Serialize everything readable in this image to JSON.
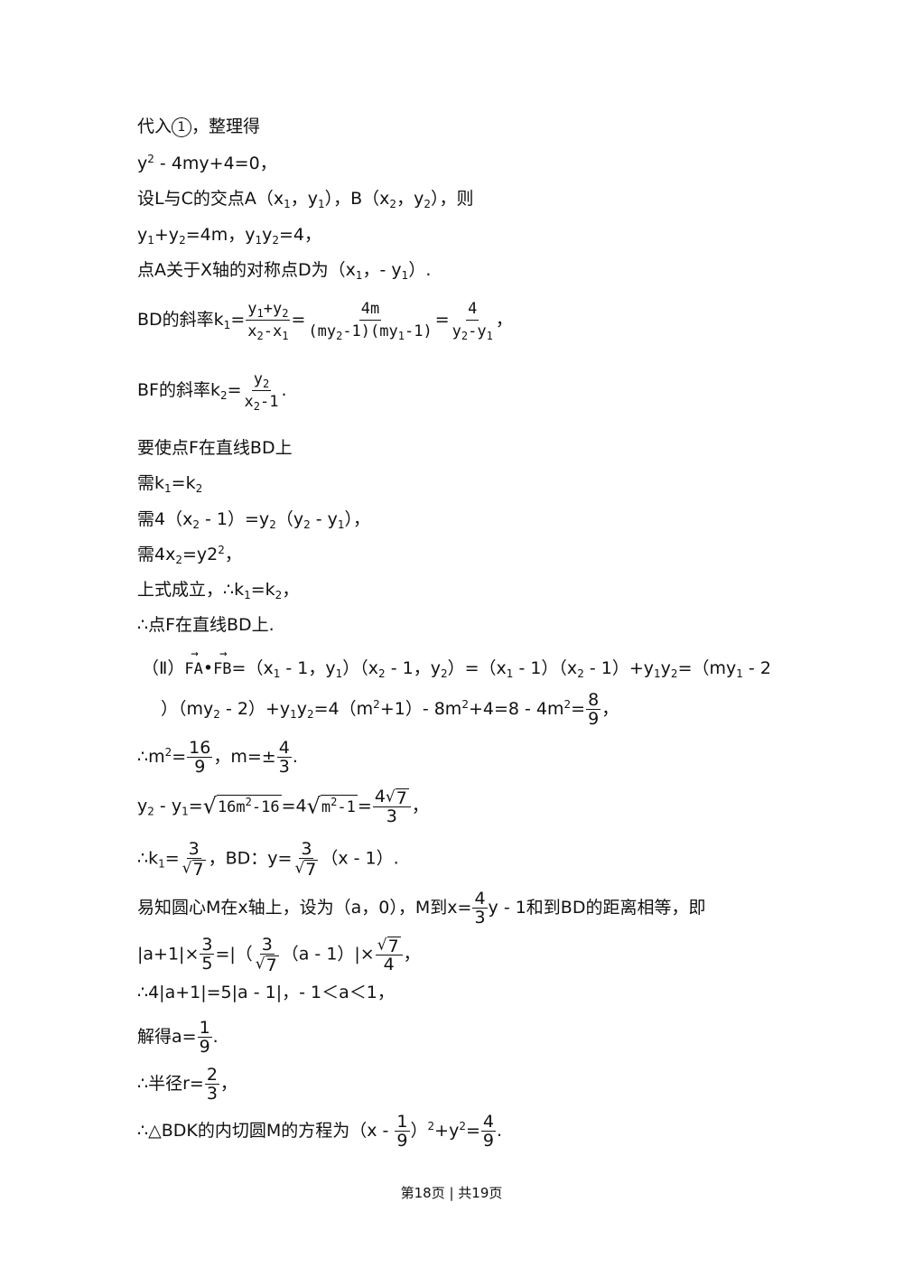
{
  "l1": {
    "a": "代入",
    "circ": "1",
    "b": "，整理得"
  },
  "l2": {
    "a": "y",
    "sup": "2",
    "b": " - 4my+4=0，"
  },
  "l3": {
    "a": "设L与C的交点A（x",
    "s1": "1",
    "b": "，y",
    "s2": "1",
    "c": "），B（x",
    "s3": "2",
    "d": "，y",
    "s4": "2",
    "e": "），则"
  },
  "l4": {
    "a": "y",
    "s1": "1",
    "b": "+y",
    "s2": "2",
    "c": "=4m，y",
    "s3": "1",
    "d": "y",
    "s4": "2",
    "e": "=4，"
  },
  "l5": {
    "a": "点A关于X轴的对称点D为（x",
    "s1": "1",
    "b": "，- y",
    "s2": "1",
    "c": "）."
  },
  "l6": {
    "a": "BD的斜率k",
    "s": "1",
    "eq": "=",
    "f1n": "y",
    "f1n1": "1",
    "f1np": "+y",
    "f1n2": "2",
    "f1d": "x",
    "f1d1": "2",
    "f1dm": "-x",
    "f1d2": "1",
    "eq2": "=",
    "f2n": "4m",
    "f2d": "(my",
    "f2d1": "2",
    "f2dm": "-1)(my",
    "f2d2": "1",
    "f2de": "-1)",
    "eq3": "=",
    "f3n": "4",
    "f3d": "y",
    "f3d1": "2",
    "f3dm": "-y",
    "f3d2": "1",
    "end": "，"
  },
  "l7": {
    "a": "BF的斜率k",
    "s": "2",
    "eq": "=",
    "fn": "y",
    "fn1": "2",
    "fd": "x",
    "fd1": "2",
    "fdm": "-1",
    "end": "."
  },
  "l8": "要使点F在直线BD上",
  "l9": {
    "a": "需k",
    "s1": "1",
    "b": "=k",
    "s2": "2"
  },
  "l10": {
    "a": "需4（x",
    "s1": "2",
    "b": " - 1）=y",
    "s2": "2",
    "c": "（y",
    "s3": "2",
    "d": " - y",
    "s4": "1",
    "e": "），"
  },
  "l11": {
    "a": "需4x",
    "s1": "2",
    "b": "=y2",
    "sup": "2",
    "c": "，"
  },
  "l12": {
    "a": "上式成立，∴k",
    "s1": "1",
    "b": "=k",
    "s2": "2",
    "c": "，"
  },
  "l13": "∴点F在直线BD上.",
  "l14": {
    "a": "（Ⅱ）",
    "v1": "FA",
    "dot": "•",
    "v2": "FB",
    "b": "=（x",
    "s1": "1",
    "c": " - 1，y",
    "s2": "1",
    "d": "）（x",
    "s3": "2",
    "e": " - 1，y",
    "s4": "2",
    "f": "）=（x",
    "s5": "1",
    "g": " - 1）（x",
    "s6": "2",
    "h": " - 1）+y",
    "s7": "1",
    "i": "y",
    "s8": "2",
    "j": "=（my",
    "s9": "1",
    "k": " - 2"
  },
  "l15": {
    "a": "）（my",
    "s1": "2",
    "b": " - 2）+y",
    "s2": "1",
    "c": "y",
    "s3": "2",
    "d": "=4（m",
    "sup1": "2",
    "e": "+1）- 8m",
    "sup2": "2",
    "f": "+4=8 - 4m",
    "sup3": "2",
    "g": "=",
    "fn": "8",
    "fd": "9",
    "end": "，"
  },
  "l16": {
    "a": "∴m",
    "sup": "2",
    "b": "=",
    "f1n": "16",
    "f1d": "9",
    "c": "，m=±",
    "f2n": "4",
    "f2d": "3",
    "end": "."
  },
  "l17": {
    "a": "y",
    "s1": "2",
    "b": " - y",
    "s2": "1",
    "c": "=",
    "r1": "16m",
    "r1s": "2",
    "r1e": "-16",
    "d": "=4",
    "r2": "m",
    "r2s": "2",
    "r2e": "-1",
    "e": "=",
    "fn": "4",
    "fnr": "7",
    "fd": "3",
    "end": "，"
  },
  "l18": {
    "a": "∴k",
    "s1": "1",
    "b": "=",
    "f1n": "3",
    "f1dr": "7",
    "c": "，BD：y=",
    "f2n": "3",
    "f2dr": "7",
    "d": "（x - 1）."
  },
  "l19": {
    "a": "易知圆心M在x轴上，设为（a，0），M到x=",
    "fn": "4",
    "fd": "3",
    "b": "y - 1和到BD的距离相等，即"
  },
  "l20": {
    "a": "|a+1|×",
    "f1n": "3",
    "f1d": "5",
    "b": "=|（",
    "f2n": "3",
    "f2dr": "7",
    "c": "（a - 1）|×",
    "f3nr": "7",
    "f3d": "4",
    "end": "，"
  },
  "l21": "∴4|a+1|=5|a - 1|，- 1＜a＜1，",
  "l22": {
    "a": "解得a=",
    "fn": "1",
    "fd": "9",
    "end": "."
  },
  "l23": {
    "a": "∴半径r=",
    "fn": "2",
    "fd": "3",
    "end": "，"
  },
  "l24": {
    "a": "∴△BDK的内切圆M的方程为（x - ",
    "f1n": "1",
    "f1d": "9",
    "b": "）",
    "sup": "2",
    "c": "+y",
    "sup2": "2",
    "d": "=",
    "f2n": "4",
    "f2d": "9",
    "end": "."
  },
  "footer": "第18页 | 共19页"
}
